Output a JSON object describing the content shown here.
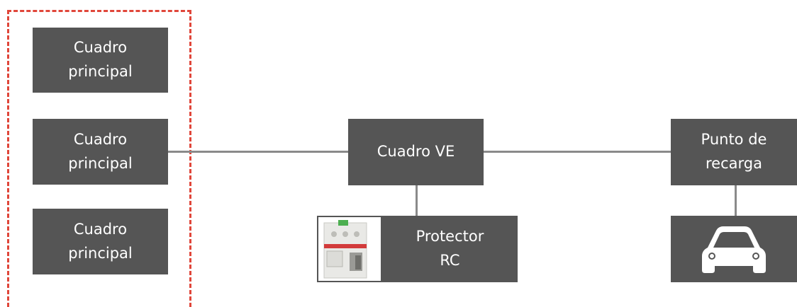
{
  "panels": {
    "top_label": "Cuadro\nprincipal",
    "middle_label": "Cuadro\nprincipal",
    "bottom_label": "Cuadro\nprincipal"
  },
  "cuadro_ve": {
    "label": "Cuadro VE"
  },
  "charge_point": {
    "label": "Punto de\nrecarga"
  },
  "protector": {
    "label": "Protector\nRC"
  },
  "colors": {
    "box": "#555555",
    "line": "#8a8a8a",
    "dash": "#e0463a"
  }
}
